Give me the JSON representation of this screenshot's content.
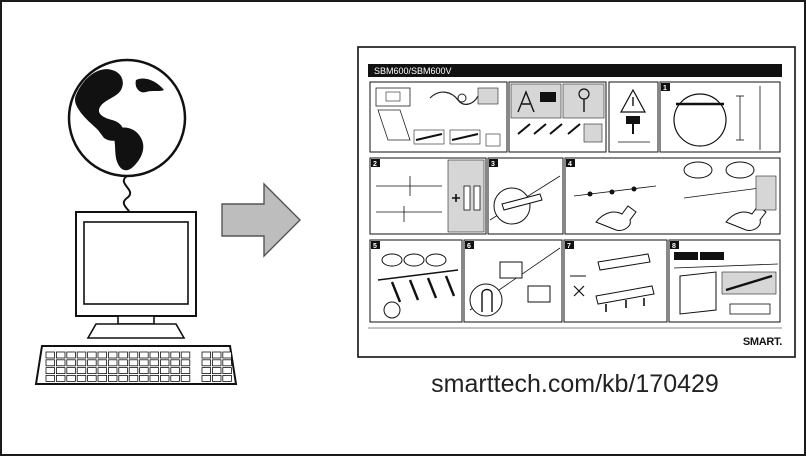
{
  "poster": {
    "title": "SBM600/SBM600V",
    "brand": "SMART.",
    "panel_numbers": [
      "1",
      "2",
      "3",
      "4",
      "5",
      "6",
      "7",
      "8"
    ]
  },
  "url_text": "smarttech.com/kb/170429",
  "colors": {
    "border": "#1a1a1a",
    "arrow_fill": "#bdbdbd",
    "poster_header": "#111111",
    "panel_shade": "#d6d6d6"
  },
  "icons": [
    "globe-icon",
    "computer-monitor-icon",
    "keyboard-icon",
    "right-arrow-icon",
    "installation-guide-thumbnail"
  ]
}
